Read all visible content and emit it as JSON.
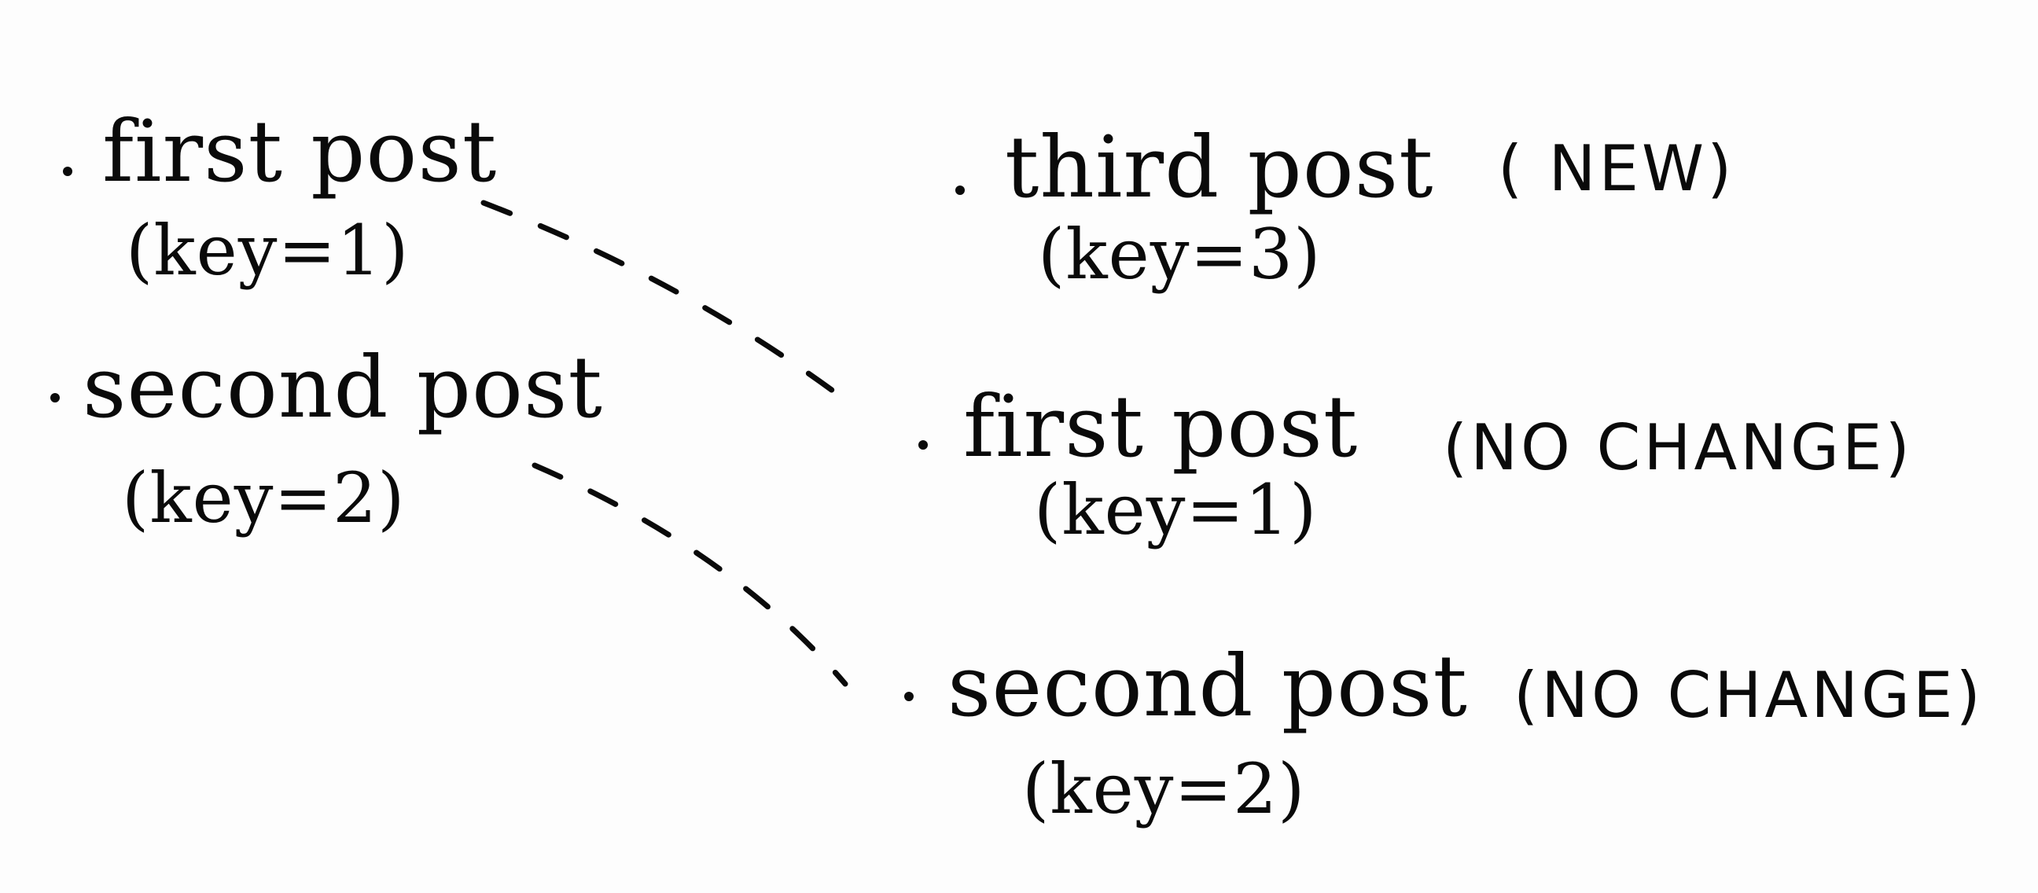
{
  "before": [
    {
      "title": "first post",
      "key": "(key=1)"
    },
    {
      "title": "second post",
      "key": "(key=2)"
    }
  ],
  "after": [
    {
      "title": "third post",
      "key": "(key=3)",
      "status": "( NEW)"
    },
    {
      "title": "first post",
      "key": "(key=1)",
      "status": "(NO CHANGE)"
    },
    {
      "title": "second post",
      "key": "(key=2)",
      "status": "(NO CHANGE)"
    }
  ],
  "ink_color": "#0a0a0a"
}
